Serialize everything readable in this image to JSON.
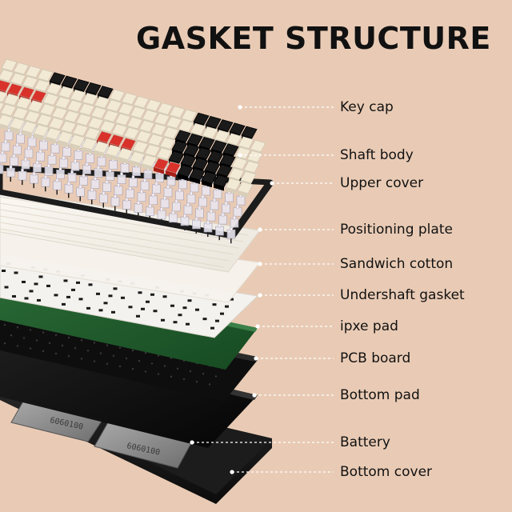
{
  "title": "GASKET STRUCTURE",
  "layers": [
    {
      "label": "Key cap"
    },
    {
      "label": "Shaft body"
    },
    {
      "label": "Upper cover"
    },
    {
      "label": "Positioning plate"
    },
    {
      "label": "Sandwich cotton"
    },
    {
      "label": "Undershaft gasket"
    },
    {
      "label": "ipxe pad"
    },
    {
      "label": "PCB board"
    },
    {
      "label": "Bottom pad"
    },
    {
      "label": "Battery"
    },
    {
      "label": "Bottom cover"
    }
  ],
  "battery_text": "6060100",
  "colors": {
    "background": "#e9cbb5",
    "keycap_white": "#f3ead6",
    "keycap_red": "#d8322b",
    "keycap_black": "#1a1a1a",
    "pcb_green": "#1f5a2c",
    "bottom_black": "#141414",
    "battery_grey": "#8a8a8a"
  }
}
